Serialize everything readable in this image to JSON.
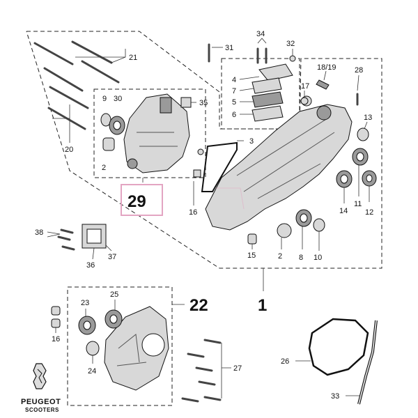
{
  "brand": {
    "name": "PEUGEOT",
    "subtitle": "SCOOTERS"
  },
  "callouts": {
    "p1": "1",
    "p2a": "2",
    "p2b": "2",
    "p3": "3",
    "p4": "4",
    "p5": "5",
    "p6": "6",
    "p7": "7",
    "p8": "8",
    "p9": "9",
    "p10": "10",
    "p11": "11",
    "p12": "12",
    "p13": "13",
    "p14": "14",
    "p15": "15",
    "p16a": "16",
    "p16b": "16",
    "p17": "17",
    "p1819": "18/19",
    "p20": "20",
    "p21": "21",
    "p22": "22",
    "p23": "23",
    "p24": "24",
    "p25": "25",
    "p26": "26",
    "p27": "27",
    "p28": "28",
    "p29": "29",
    "p30": "30",
    "p31": "31",
    "p32": "32",
    "p33": "33",
    "p34": "34",
    "p35": "35",
    "p36": "36",
    "p37": "37",
    "p38": "38"
  },
  "colors": {
    "highlight": "#e3a5c2",
    "line": "#222222"
  }
}
